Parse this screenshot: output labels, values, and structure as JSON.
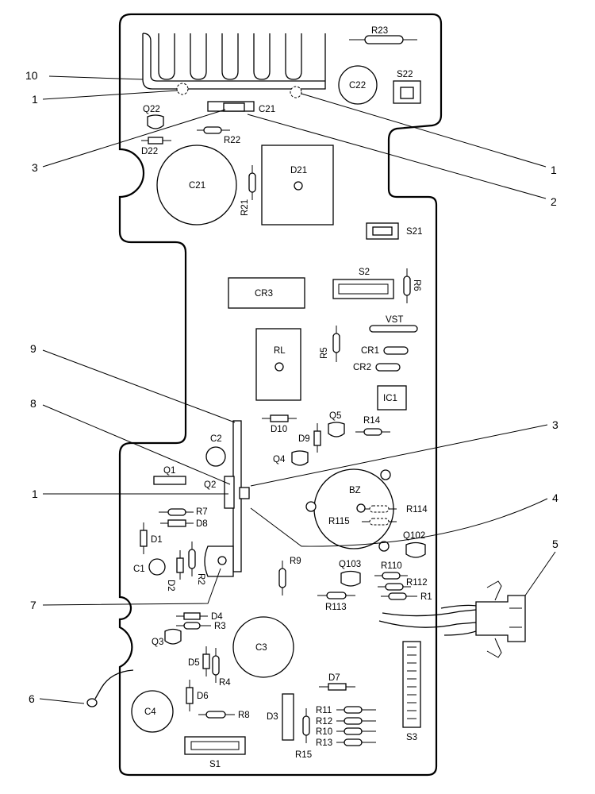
{
  "components": {
    "R23": "R23",
    "C22": "C22",
    "S22": "S22",
    "Q22": "Q22",
    "C21_small": "C21",
    "D22": "D22",
    "R22": "R22",
    "C21": "C21",
    "R21": "R21",
    "D21": "D21",
    "S21": "S21",
    "S2": "S2",
    "R6": "R6",
    "CR3": "CR3",
    "VST": "VST",
    "RL": "RL",
    "R5": "R5",
    "CR1": "CR1",
    "CR2": "CR2",
    "IC1": "IC1",
    "D10": "D10",
    "Q5": "Q5",
    "R14": "R14",
    "D9": "D9",
    "C2": "C2",
    "Q4": "Q4",
    "Q1": "Q1",
    "Q2": "Q2",
    "BZ": "BZ",
    "R7": "R7",
    "D8": "D8",
    "R114": "R114",
    "R115": "R115",
    "D1": "D1",
    "Q102": "Q102",
    "C1": "C1",
    "D2": "D2",
    "R2": "R2",
    "R9": "R9",
    "Q103": "Q103",
    "R110": "R110",
    "R112": "R112",
    "R1": "R1",
    "R113": "R113",
    "D4": "D4",
    "R3": "R3",
    "Q3": "Q3",
    "C3": "C3",
    "D5": "D5",
    "R4": "R4",
    "D7": "D7",
    "D6": "D6",
    "R8": "R8",
    "C4": "C4",
    "D3": "D3",
    "R11": "R11",
    "R12": "R12",
    "R10": "R10",
    "R13": "R13",
    "S3": "S3",
    "R15": "R15",
    "S1": "S1"
  },
  "callouts": {
    "c10": "10",
    "c1_top": "1",
    "c3_left": "3",
    "c1_right": "1",
    "c2_right": "2",
    "c9": "9",
    "c8": "8",
    "c1_mid": "1",
    "c3_right": "3",
    "c4": "4",
    "c5": "5",
    "c7": "7",
    "c6": "6"
  }
}
